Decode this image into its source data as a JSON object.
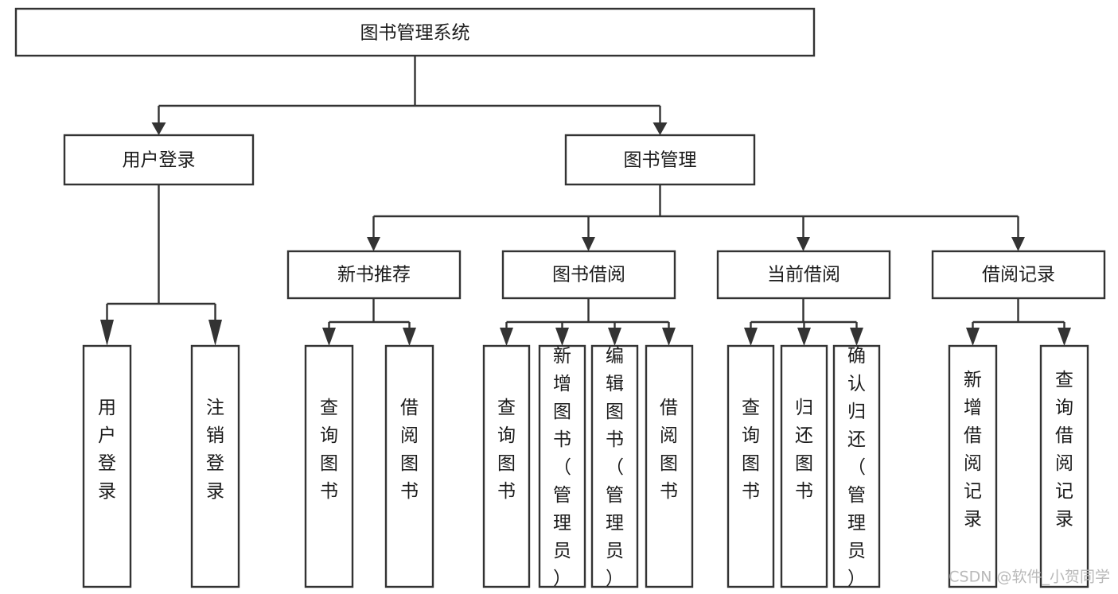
{
  "diagram": {
    "type": "tree",
    "orientation": "top-down",
    "title": "图书管理系统",
    "root": {
      "id": "root",
      "label": "图书管理系统"
    },
    "level2": [
      {
        "id": "user-login",
        "label": "用户登录"
      },
      {
        "id": "book-manage",
        "label": "图书管理"
      }
    ],
    "level3": [
      {
        "id": "new-book-recommend",
        "label": "新书推荐",
        "parent": "book-manage"
      },
      {
        "id": "book-borrow",
        "label": "图书借阅",
        "parent": "book-manage"
      },
      {
        "id": "current-borrow",
        "label": "当前借阅",
        "parent": "book-manage"
      },
      {
        "id": "borrow-record",
        "label": "借阅记录",
        "parent": "book-manage"
      }
    ],
    "leaves": {
      "user-login": [
        {
          "id": "leaf-user-login",
          "label": "用户登录"
        },
        {
          "id": "leaf-logout-login",
          "label": "注销登录"
        }
      ],
      "new-book-recommend": [
        {
          "id": "leaf-query-book-1",
          "label": "查询图书"
        },
        {
          "id": "leaf-borrow-book-1",
          "label": "借阅图书"
        }
      ],
      "book-borrow": [
        {
          "id": "leaf-query-book-2",
          "label": "查询图书"
        },
        {
          "id": "leaf-add-book",
          "label": "新增图书（管理员）"
        },
        {
          "id": "leaf-edit-book",
          "label": "编辑图书（管理员）"
        },
        {
          "id": "leaf-borrow-book-2",
          "label": "借阅图书"
        }
      ],
      "current-borrow": [
        {
          "id": "leaf-query-book-3",
          "label": "查询图书"
        },
        {
          "id": "leaf-return-book",
          "label": "归还图书"
        },
        {
          "id": "leaf-confirm-return",
          "label": "确认归还（管理员）"
        }
      ],
      "borrow-record": [
        {
          "id": "leaf-add-record",
          "label": "新增借阅记录"
        },
        {
          "id": "leaf-query-record",
          "label": "查询借阅记录"
        }
      ]
    }
  },
  "watermark": {
    "text": "CSDN @软件_小贺同学"
  },
  "colors": {
    "stroke": "#333333",
    "box_fill": "#ffffff",
    "text": "#1b1b1b",
    "watermark": "#b9b9b9",
    "background": "#ffffff"
  }
}
